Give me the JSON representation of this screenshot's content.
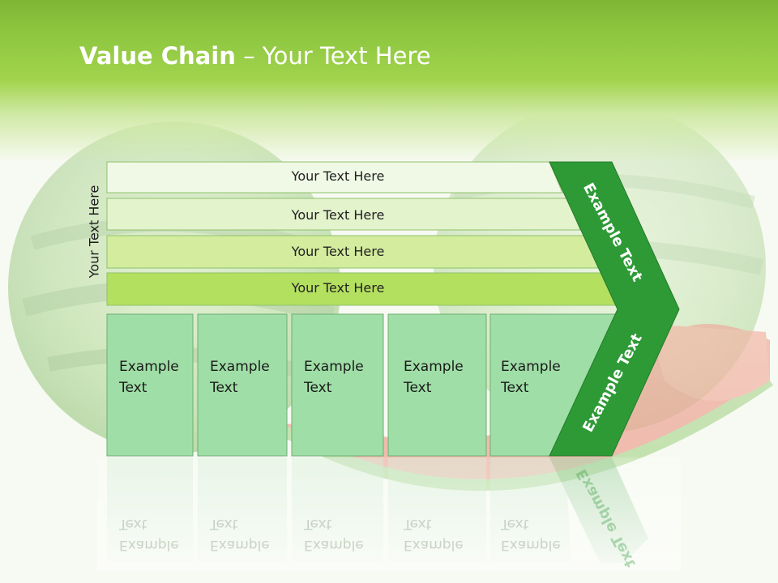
{
  "title": {
    "bold": "Value Chain",
    "rest": " – Your Text Here"
  },
  "side_label": "Your Text Here",
  "bars": [
    {
      "label": "Your Text Here",
      "color": "#f0f8e6"
    },
    {
      "label": "Your Text Here",
      "color": "#e3f3cc"
    },
    {
      "label": "Your Text Here",
      "color": "#d3ec9d"
    },
    {
      "label": "Your Text Here",
      "color": "#b4e060"
    }
  ],
  "boxes": [
    {
      "line1": "Example",
      "line2": "Text"
    },
    {
      "line1": "Example",
      "line2": "Text"
    },
    {
      "line1": "Example",
      "line2": "Text"
    },
    {
      "line1": "Example",
      "line2": "Text"
    },
    {
      "line1": "Example",
      "line2": "Text"
    }
  ],
  "chevron": {
    "upper_label": "Example Text",
    "lower_label": "Example Text",
    "color": "#2e9a36"
  },
  "box_color": "#9fdea6",
  "background": "watermelon-photo"
}
